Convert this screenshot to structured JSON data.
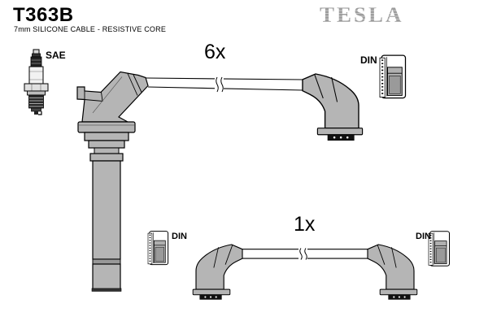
{
  "header": {
    "part_number": "T363B",
    "description": "7mm SILICONE CABLE - RESISTIVE CORE",
    "brand": "TESLA"
  },
  "diagram": {
    "spark_plug_end_standard": "SAE",
    "coil_end_standard_top": "DIN",
    "coil_end_standard_bottom_left": "DIN",
    "coil_end_standard_bottom_right": "DIN",
    "long_boot_cable_quantity": "6x",
    "elbow_cable_quantity": "1x"
  },
  "colors": {
    "brand_gray": "#9d9d9d",
    "boot_gray": "#b5b5b5",
    "outline": "#000000",
    "background": "#ffffff"
  }
}
